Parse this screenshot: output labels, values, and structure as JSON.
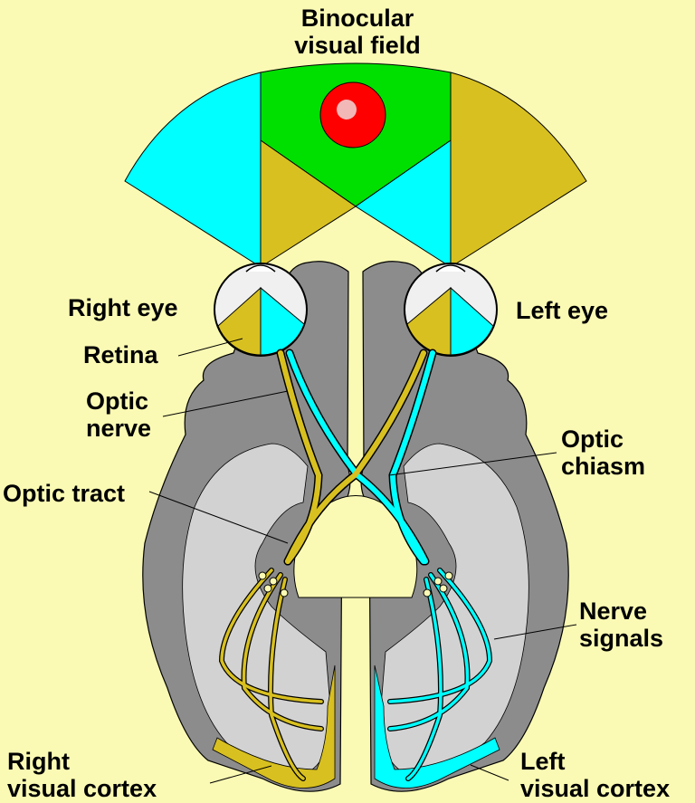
{
  "labels": {
    "binocular_line1": "Binocular",
    "binocular_line2": "visual field",
    "right_eye": "Right eye",
    "left_eye": "Left eye",
    "retina": "Retina",
    "optic_nerve_line1": "Optic",
    "optic_nerve_line2": "nerve",
    "optic_chiasm_line1": "Optic",
    "optic_chiasm_line2": "chiasm",
    "optic_tract": "Optic tract",
    "nerve_signals_line1": "Nerve",
    "nerve_signals_line2": "signals",
    "right_cortex_line1": "Right",
    "right_cortex_line2": "visual cortex",
    "left_cortex_line1": "Left",
    "left_cortex_line2": "visual cortex"
  },
  "colors": {
    "background": "#fafab4",
    "left_field": "#00ffff",
    "right_field": "#d8c020",
    "binocular": "#00e000",
    "target": "#ff0000",
    "brain_dark": "#8c8c8c",
    "brain_light": "#d2d2d2"
  }
}
